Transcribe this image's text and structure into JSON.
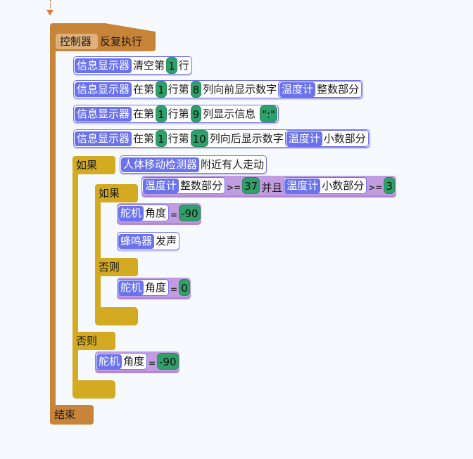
{
  "loop": {
    "category": "控制器",
    "label": "反复执行",
    "end_label": "结束"
  },
  "statements": [
    {
      "device": "信息显示器",
      "parts": [
        "清空第",
        "1",
        "行"
      ]
    },
    {
      "device": "信息显示器",
      "parts": [
        "在第",
        "1",
        "行第",
        "8",
        "列向前显示数字"
      ],
      "arg_device": "温度计",
      "arg_text": "整数部分"
    },
    {
      "device": "信息显示器",
      "parts": [
        "在第",
        "1",
        "行第",
        "9",
        "列显示信息",
        "\":\""
      ]
    },
    {
      "device": "信息显示器",
      "parts": [
        "在第",
        "1",
        "行第",
        "10",
        "列向后显示数字"
      ],
      "arg_device": "温度计",
      "arg_text": "小数部分"
    }
  ],
  "outer_if": {
    "if_label": "如果",
    "else_label": "否则",
    "condition": {
      "device": "人体移动检测器",
      "text": "附近有人走动"
    },
    "inner_if": {
      "if_label": "如果",
      "else_label": "否则",
      "condition": {
        "left": {
          "device": "温度计",
          "text": "整数部分",
          "op": ">=",
          "value": "37"
        },
        "joiner": "并且",
        "right": {
          "device": "温度计",
          "text": "小数部分",
          "op": ">=",
          "value": "3"
        }
      },
      "then": [
        {
          "device": "舵机",
          "text": "角度",
          "op": "=",
          "value": "-90"
        },
        {
          "device": "蜂鸣器",
          "text": "发声"
        }
      ],
      "else": [
        {
          "device": "舵机",
          "text": "角度",
          "op": "=",
          "value": "0"
        }
      ]
    },
    "else": [
      {
        "device": "舵机",
        "text": "角度",
        "op": "=",
        "value": "-90"
      }
    ]
  }
}
